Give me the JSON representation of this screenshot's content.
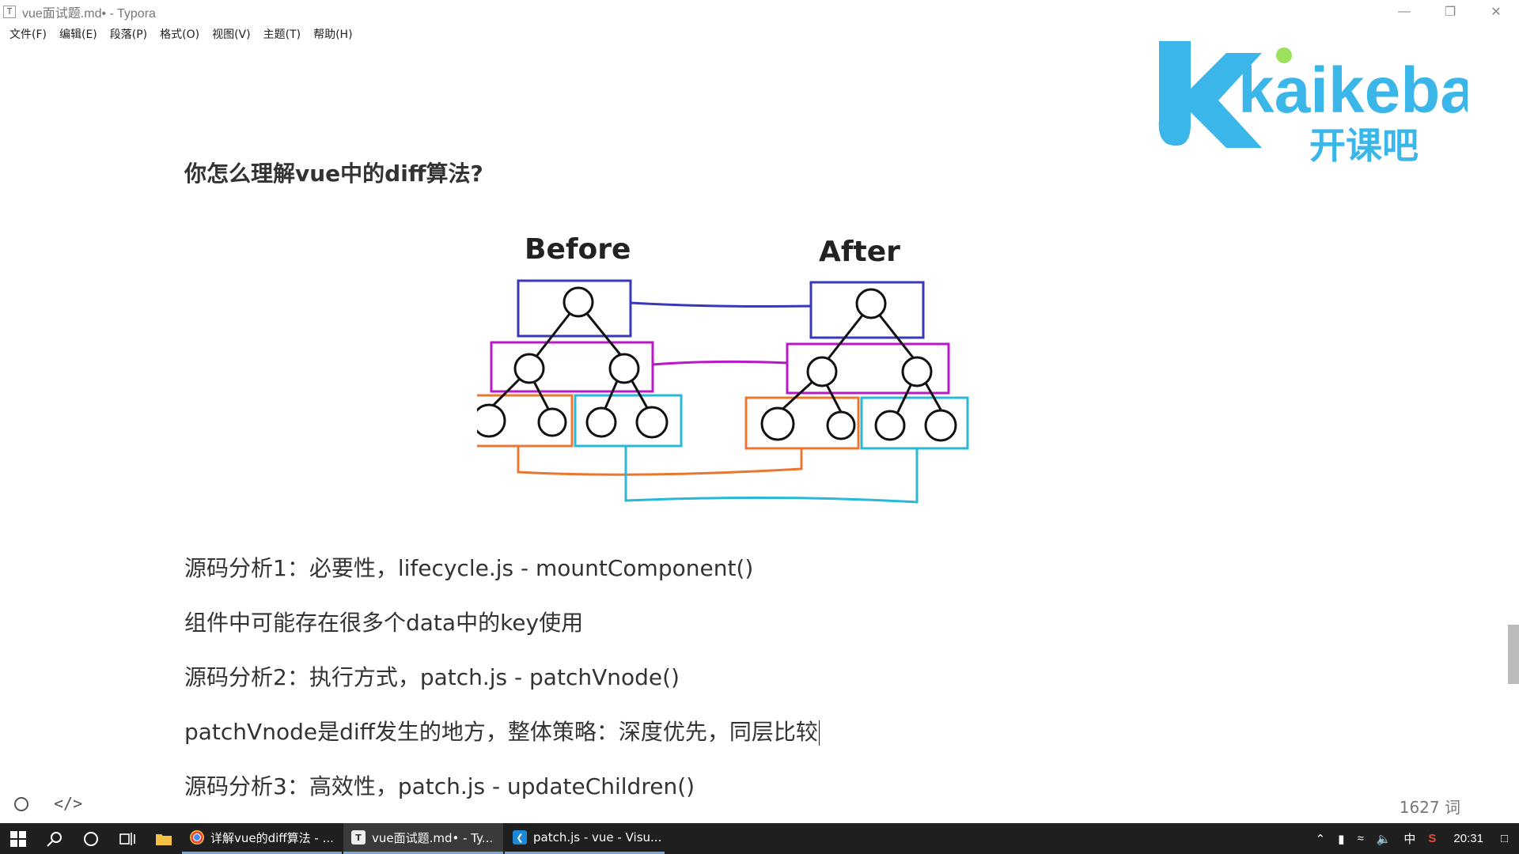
{
  "window": {
    "title": "vue面试题.md• - Typora",
    "app_icon": "T",
    "controls": [
      "minimize-icon",
      "restore-icon",
      "close-icon"
    ]
  },
  "menu": [
    "文件(F)",
    "编辑(E)",
    "段落(P)",
    "格式(O)",
    "视图(V)",
    "主题(T)",
    "帮助(H)"
  ],
  "logo": {
    "brand": "kaikeba",
    "brand_cn": "开课吧",
    "colors": {
      "blue": "#3bb6e8",
      "green": "#9be15d"
    }
  },
  "document": {
    "heading": "你怎么理解vue中的diff算法?",
    "diagram": {
      "before_label": "Before",
      "after_label": "After",
      "colors": {
        "level1": "#3838b8",
        "level2": "#b818c8",
        "left": "#e87830",
        "right": "#28b8d8"
      }
    },
    "paragraphs": [
      "源码分析1：必要性，lifecycle.js - mountComponent()",
      "组件中可能存在很多个data中的key使用",
      "源码分析2：执行方式，patch.js - patchVnode()",
      "patchVnode是diff发生的地方，整体策略：深度优先，同层比较",
      "源码分析3：高效性，patch.js - updateChildren()"
    ]
  },
  "status": {
    "word_count": "1627 词",
    "source_toggle": "</>"
  },
  "taskbar": {
    "apps": [
      {
        "label": "详解vue的diff算法 - ...",
        "icon": "chrome-icon",
        "active": false
      },
      {
        "label": "vue面试题.md• - Ty...",
        "icon": "typora-icon",
        "active": true
      },
      {
        "label": "patch.js - vue - Visu...",
        "icon": "vscode-icon",
        "active": false
      }
    ],
    "ime": "中",
    "clock": "20:31"
  }
}
